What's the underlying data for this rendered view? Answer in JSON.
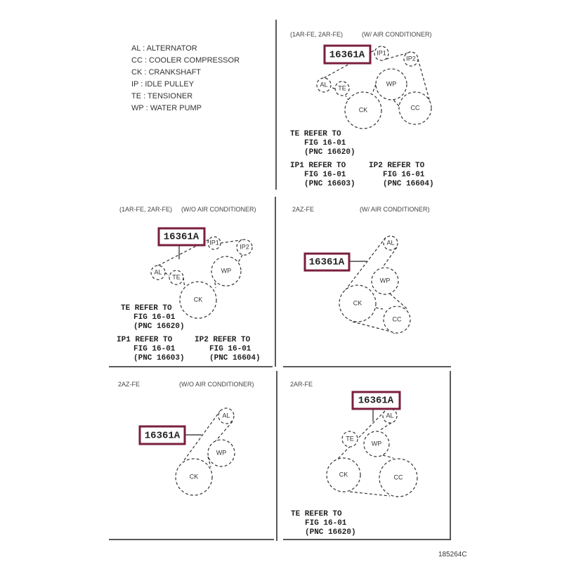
{
  "legend": [
    "AL : ALTERNATOR",
    "CC : COOLER COMPRESSOR",
    "CK : CRANKSHAFT",
    "IP : IDLE PULLEY",
    "TE : TENSIONER",
    "WP : WATER PUMP"
  ],
  "part_number": "16361A",
  "figure_id": "185264C",
  "panels": {
    "p1": {
      "engine": "(1AR-FE, 2AR-FE)",
      "condition": "(W/ AIR CONDITIONER)",
      "pulleys": {
        "ip1": "IP1",
        "ip2": "IP2",
        "al": "AL",
        "te": "TE",
        "wp": "WP",
        "ck": "CK",
        "cc": "CC"
      },
      "notes": [
        {
          "l1": "TE REFER TO",
          "l2": "FIG 16-01",
          "l3": "(PNC 16620)"
        },
        {
          "l1": "IP1 REFER TO",
          "l2": "FIG 16-01",
          "l3": "(PNC 16603)"
        },
        {
          "l1": "IP2 REFER TO",
          "l2": "FIG 16-01",
          "l3": "(PNC 16604)"
        }
      ]
    },
    "p2": {
      "engine": "(1AR-FE, 2AR-FE)",
      "condition": "(W/O AIR CONDITIONER)",
      "pulleys": {
        "ip1": "IP1",
        "ip2": "IP2",
        "al": "AL",
        "te": "TE",
        "wp": "WP",
        "ck": "CK"
      },
      "notes": [
        {
          "l1": "TE REFER TO",
          "l2": "FIG 16-01",
          "l3": "(PNC 16620)"
        },
        {
          "l1": "IP1 REFER TO",
          "l2": "FIG 16-01",
          "l3": "(PNC 16603)"
        },
        {
          "l1": "IP2 REFER TO",
          "l2": "FIG 16-01",
          "l3": "(PNC 16604)"
        }
      ]
    },
    "p3": {
      "engine": "2AZ-FE",
      "condition": "(W/ AIR CONDITIONER)",
      "pulleys": {
        "al": "AL",
        "wp": "WP",
        "ck": "CK",
        "cc": "CC"
      }
    },
    "p4": {
      "engine": "2AZ-FE",
      "condition": "(W/O AIR CONDITIONER)",
      "pulleys": {
        "al": "AL",
        "wp": "WP",
        "ck": "CK"
      }
    },
    "p5": {
      "engine": "2AR-FE",
      "pulleys": {
        "al": "AL",
        "te": "TE",
        "wp": "WP",
        "ck": "CK",
        "cc": "CC"
      },
      "notes": [
        {
          "l1": "TE REFER TO",
          "l2": "FIG 16-01",
          "l3": "(PNC 16620)"
        }
      ]
    }
  }
}
